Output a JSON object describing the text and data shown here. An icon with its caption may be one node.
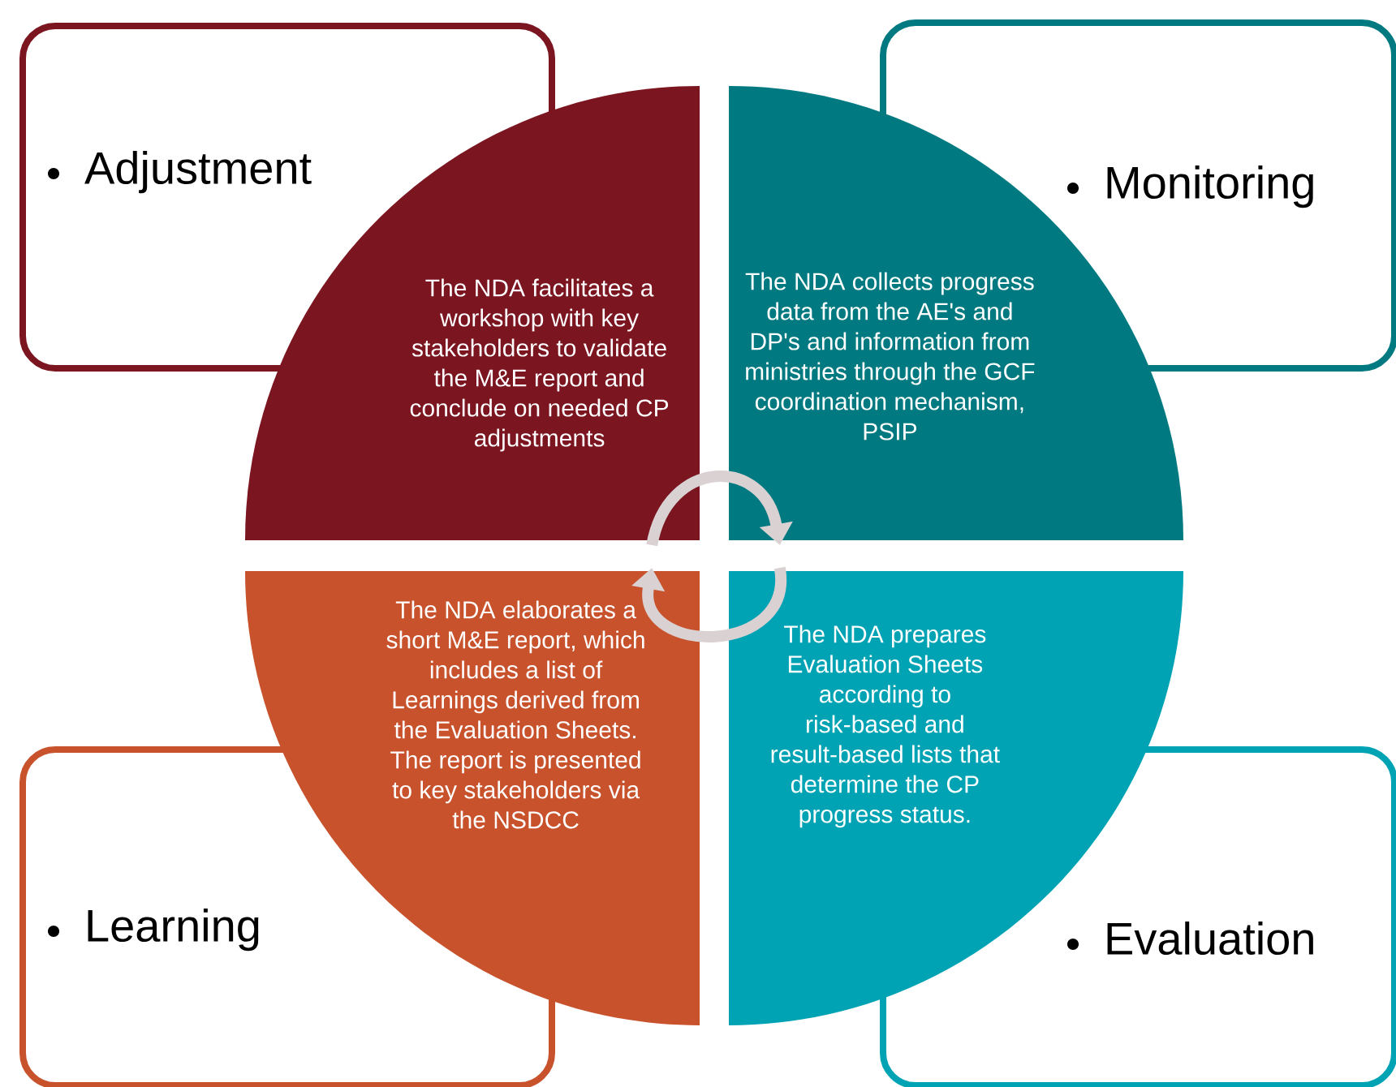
{
  "diagram": {
    "nodes": [
      {
        "text": [
          "Adjustment"
        ]
      },
      {
        "text": [
          "Monitoring"
        ]
      },
      {
        "text": [
          "The NDA facilitates a workshop with key stakeholders to validate the M&E report and conclude on needed CP adjustments"
        ]
      },
      {
        "text": [
          "The NDA collects progress data from the AE's and DP's and information from ministries through the GCF coordination mechanism, PSIP"
        ]
      },
      {
        "text": [
          "The NDA elaborates a short M&E report, which includes a list of Learnings derived from the Evaluation Sheets. The report is presented to key stakeholders via the NSDCC"
        ]
      },
      {
        "text": [
          "The NDA prepares Evaluation Sheets according to risk-based and result-based lists that determine the CP progress status."
        ]
      },
      {
        "text": [
          "Learning"
        ]
      },
      {
        "text": [
          "Evaluation"
        ]
      }
    ],
    "edges": [
      {
        "from": 2,
        "to": 3,
        "arrow": "to"
      },
      {
        "from": 5,
        "to": 4,
        "arrow": "to"
      }
    ]
  }
}
